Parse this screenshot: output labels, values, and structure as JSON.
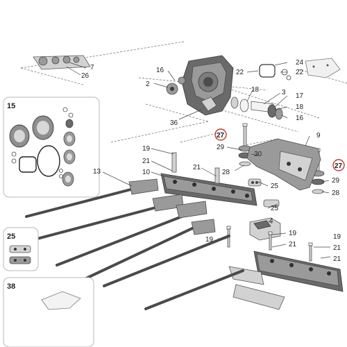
{
  "diagram": {
    "type": "exploded-parts-view",
    "colors": {
      "highlight_ring": "#c0392b",
      "part_dark": "#6a6a6a",
      "part_light": "#d2d2d2",
      "inset_border": "#b8b8b8"
    },
    "insets": [
      {
        "id": "box-15",
        "label": "15"
      },
      {
        "id": "box-25",
        "label": "25"
      },
      {
        "id": "box-38",
        "label": "38"
      }
    ],
    "callouts": [
      {
        "id": "c7",
        "label": "7",
        "highlighted": false
      },
      {
        "id": "c26",
        "label": "26",
        "highlighted": false
      },
      {
        "id": "c16a",
        "label": "16",
        "highlighted": false
      },
      {
        "id": "c2",
        "label": "2",
        "highlighted": false
      },
      {
        "id": "c24",
        "label": "24",
        "highlighted": false
      },
      {
        "id": "c22a",
        "label": "22",
        "highlighted": false
      },
      {
        "id": "c22b",
        "label": "22",
        "highlighted": false
      },
      {
        "id": "c18a",
        "label": "18",
        "highlighted": false
      },
      {
        "id": "c3",
        "label": "3",
        "highlighted": false
      },
      {
        "id": "c17",
        "label": "17",
        "highlighted": false
      },
      {
        "id": "c18b",
        "label": "18",
        "highlighted": false
      },
      {
        "id": "c16b",
        "label": "16",
        "highlighted": false
      },
      {
        "id": "c36",
        "label": "36",
        "highlighted": false
      },
      {
        "id": "c27a",
        "label": "27",
        "highlighted": true
      },
      {
        "id": "c9",
        "label": "9",
        "highlighted": false
      },
      {
        "id": "c29a",
        "label": "29",
        "highlighted": false
      },
      {
        "id": "c30",
        "label": "30",
        "highlighted": false
      },
      {
        "id": "c27b",
        "label": "27",
        "highlighted": true
      },
      {
        "id": "c19a",
        "label": "19",
        "highlighted": false
      },
      {
        "id": "c21a",
        "label": "21",
        "highlighted": false
      },
      {
        "id": "c10",
        "label": "10",
        "highlighted": false
      },
      {
        "id": "c21b",
        "label": "21",
        "highlighted": false
      },
      {
        "id": "c28a",
        "label": "28",
        "highlighted": false
      },
      {
        "id": "c29b",
        "label": "29",
        "highlighted": false
      },
      {
        "id": "c28b",
        "label": "28",
        "highlighted": false
      },
      {
        "id": "c13",
        "label": "13",
        "highlighted": false
      },
      {
        "id": "c25a",
        "label": "25",
        "highlighted": false
      },
      {
        "id": "c25b",
        "label": "25",
        "highlighted": false
      },
      {
        "id": "c4",
        "label": "4",
        "highlighted": false
      },
      {
        "id": "c19b",
        "label": "19",
        "highlighted": false
      },
      {
        "id": "c19c",
        "label": "19",
        "highlighted": false
      },
      {
        "id": "c21c",
        "label": "21",
        "highlighted": false
      },
      {
        "id": "c19d",
        "label": "19",
        "highlighted": false
      },
      {
        "id": "c21d",
        "label": "21",
        "highlighted": false
      },
      {
        "id": "c21e",
        "label": "21",
        "highlighted": false
      }
    ]
  }
}
